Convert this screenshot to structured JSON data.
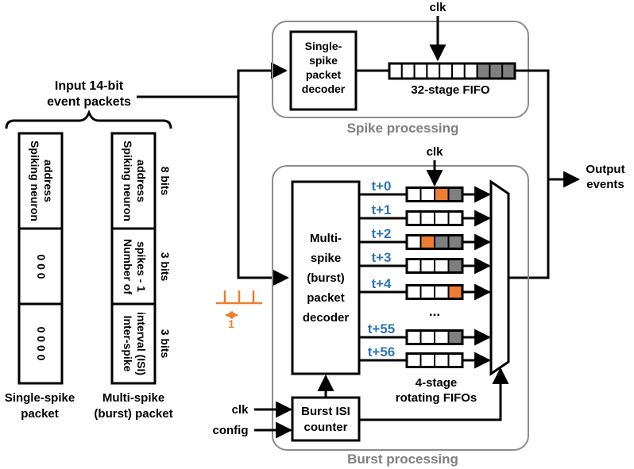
{
  "colors": {
    "orange": "#ed7d31",
    "blue": "#2e75b6",
    "filled_gray": "#7f7f7f",
    "box_border": "#8c8c8c"
  },
  "input": {
    "title_line1": "Input 14-bit",
    "title_line2": "event packets"
  },
  "single_packet": {
    "field1_line1": "Spiking neuron",
    "field1_line2": "address",
    "field2": "0 0 0",
    "field3": "0 0 0 0",
    "caption_line1": "Single-spike",
    "caption_line2": "packet"
  },
  "burst_packet": {
    "field1_line1": "Spiking neuron",
    "field1_line2": "address",
    "field2_line1": "Number of",
    "field2_line2": "spikes - 1",
    "field3_line1": "Inter-spike",
    "field3_line2": "interval (ISI)",
    "bits1": "8 bits",
    "bits2": "3 bits",
    "bits3": "3 bits",
    "caption_line1": "Multi-spike",
    "caption_line2": "(burst) packet"
  },
  "spike_processing": {
    "title": "Spike processing",
    "clk": "clk",
    "decoder_line1": "Single-",
    "decoder_line2": "spike",
    "decoder_line3": "packet",
    "decoder_line4": "decoder",
    "fifo_label": "32-stage FIFO",
    "fifo_filled": [
      false,
      false,
      false,
      false,
      false,
      false,
      false,
      true,
      true,
      true
    ]
  },
  "burst_processing": {
    "title": "Burst processing",
    "clk": "clk",
    "decoder_line1": "Multi-",
    "decoder_line2": "spike",
    "decoder_line3": "(burst)",
    "decoder_line4": "packet",
    "decoder_line5": "decoder",
    "counter_line1": "Burst ISI",
    "counter_line2": "counter",
    "ellipsis": "...",
    "fifos_label_line1": "4-stage",
    "fifos_label_line2": "rotating FIFOs",
    "rows": [
      {
        "label": "t+0",
        "cells": [
          "empty",
          "empty",
          "orange",
          "gray"
        ]
      },
      {
        "label": "t+1",
        "cells": [
          "empty",
          "empty",
          "empty",
          "empty"
        ]
      },
      {
        "label": "t+2",
        "cells": [
          "empty",
          "orange",
          "gray",
          "gray"
        ]
      },
      {
        "label": "t+3",
        "cells": [
          "empty",
          "empty",
          "empty",
          "gray"
        ]
      },
      {
        "label": "t+4",
        "cells": [
          "empty",
          "empty",
          "empty",
          "orange"
        ]
      },
      {
        "label": "t+55",
        "cells": [
          "empty",
          "empty",
          "empty",
          "gray"
        ]
      },
      {
        "label": "t+56",
        "cells": [
          "empty",
          "empty",
          "empty",
          "empty"
        ]
      }
    ]
  },
  "inputs": {
    "clk": "clk",
    "config": "config"
  },
  "isi_example": "1",
  "output": {
    "line1": "Output",
    "line2": "events"
  }
}
